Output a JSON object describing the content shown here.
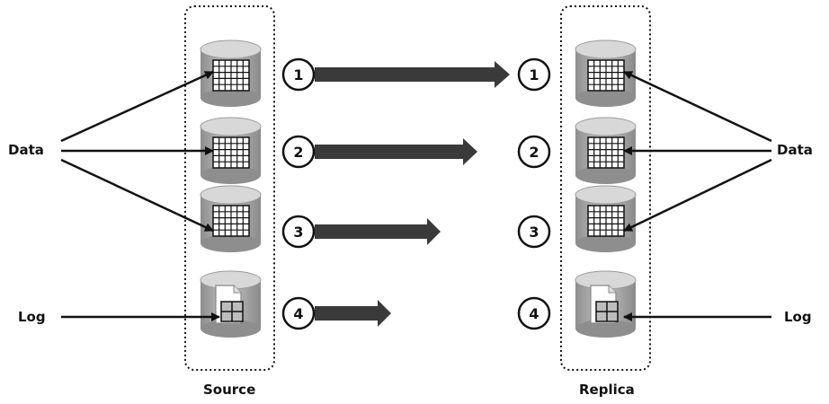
{
  "source_label": "Source",
  "replica_label": "Replica",
  "left_inputs": {
    "data": "Data",
    "log": "Log"
  },
  "right_inputs": {
    "data": "Data",
    "log": "Log"
  },
  "steps": [
    "1",
    "2",
    "3",
    "4"
  ],
  "colors": {
    "arrow_fill": "#3a3a3a",
    "cylinder_body": "#a8a8a8",
    "cylinder_top": "#d4d4d4",
    "grid_cell": "#ffffff",
    "badge_stroke": "#111111"
  }
}
